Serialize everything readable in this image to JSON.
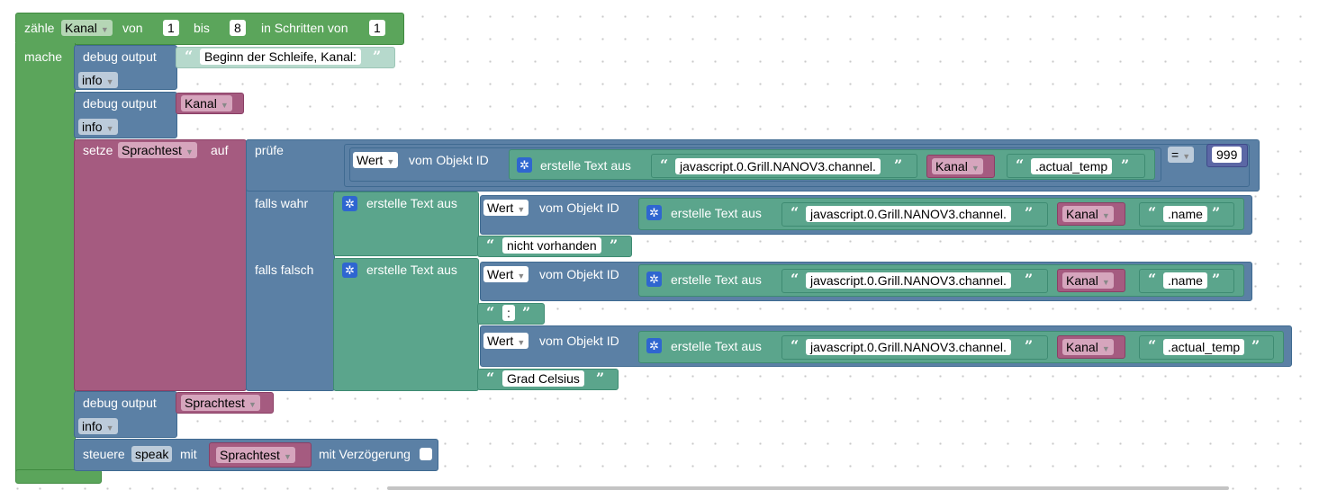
{
  "loop": {
    "count_label": "zähle",
    "var": "Kanal",
    "from_label": "von",
    "from": "1",
    "to_label": "bis",
    "to": "8",
    "step_label": "in Schritten von",
    "step": "1",
    "do_label": "mache"
  },
  "debug1": {
    "label": "debug output",
    "text": "Beginn der Schleife, Kanal:",
    "level": "info"
  },
  "debug2": {
    "label": "debug output",
    "var": "Kanal",
    "level": "info"
  },
  "set": {
    "label": "setze",
    "var": "Sprachtest",
    "to_label": "auf",
    "check_label": "prüfe",
    "if_true_label": "falls wahr",
    "if_false_label": "falls falsch"
  },
  "cond": {
    "value_dd": "Wert",
    "object_label": "vom Objekt ID",
    "create_text": "erstelle Text aus",
    "prefix": "javascript.0.Grill.NANOV3.channel.",
    "var": "Kanal",
    "suffix": ".actual_temp",
    "op": "=",
    "compare": "999"
  },
  "true_branch": {
    "create_text": "erstelle Text aus",
    "value_dd": "Wert",
    "object_label": "vom Objekt ID",
    "inner_create_text": "erstelle Text aus",
    "prefix": "javascript.0.Grill.NANOV3.channel.",
    "var": "Kanal",
    "suffix": ".name",
    "tail": "nicht vorhanden"
  },
  "false_branch": {
    "create_text": "erstelle Text aus",
    "value_dd": "Wert",
    "object_label": "vom Objekt ID",
    "inner_create_text": "erstelle Text aus",
    "prefix": "javascript.0.Grill.NANOV3.channel.",
    "var": "Kanal",
    "suffix": ".name",
    "colon": ":",
    "value_dd2": "Wert",
    "object_label2": "vom Objekt ID",
    "inner_create_text2": "erstelle Text aus",
    "prefix2": "javascript.0.Grill.NANOV3.channel.",
    "var2": "Kanal",
    "suffix2": ".actual_temp",
    "unit": "Grad Celsius"
  },
  "debug3": {
    "label": "debug output",
    "var": "Sprachtest",
    "level": "info"
  },
  "control": {
    "label": "steuere",
    "target": "speak",
    "with_label": "mit",
    "var": "Sprachtest",
    "delay_label": "mit Verzögerung"
  },
  "colors": {
    "loop": "#5ba55b",
    "text": "#5ba58c",
    "object": "#5b80a5",
    "variable": "#a55b80",
    "gear": "#2f66d0"
  }
}
